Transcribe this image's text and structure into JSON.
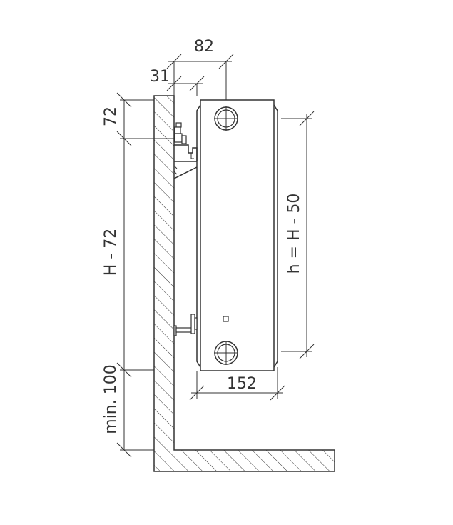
{
  "dimensions": {
    "overall_depth": "82",
    "bracket_offset": "31",
    "top_offset": "72",
    "wall_height": "H - 72",
    "pipe_spacing": "h = H - 50",
    "floor_clearance": "min. 100",
    "panel_width": "152"
  },
  "colors": {
    "line": "#333333",
    "background": "#ffffff"
  }
}
